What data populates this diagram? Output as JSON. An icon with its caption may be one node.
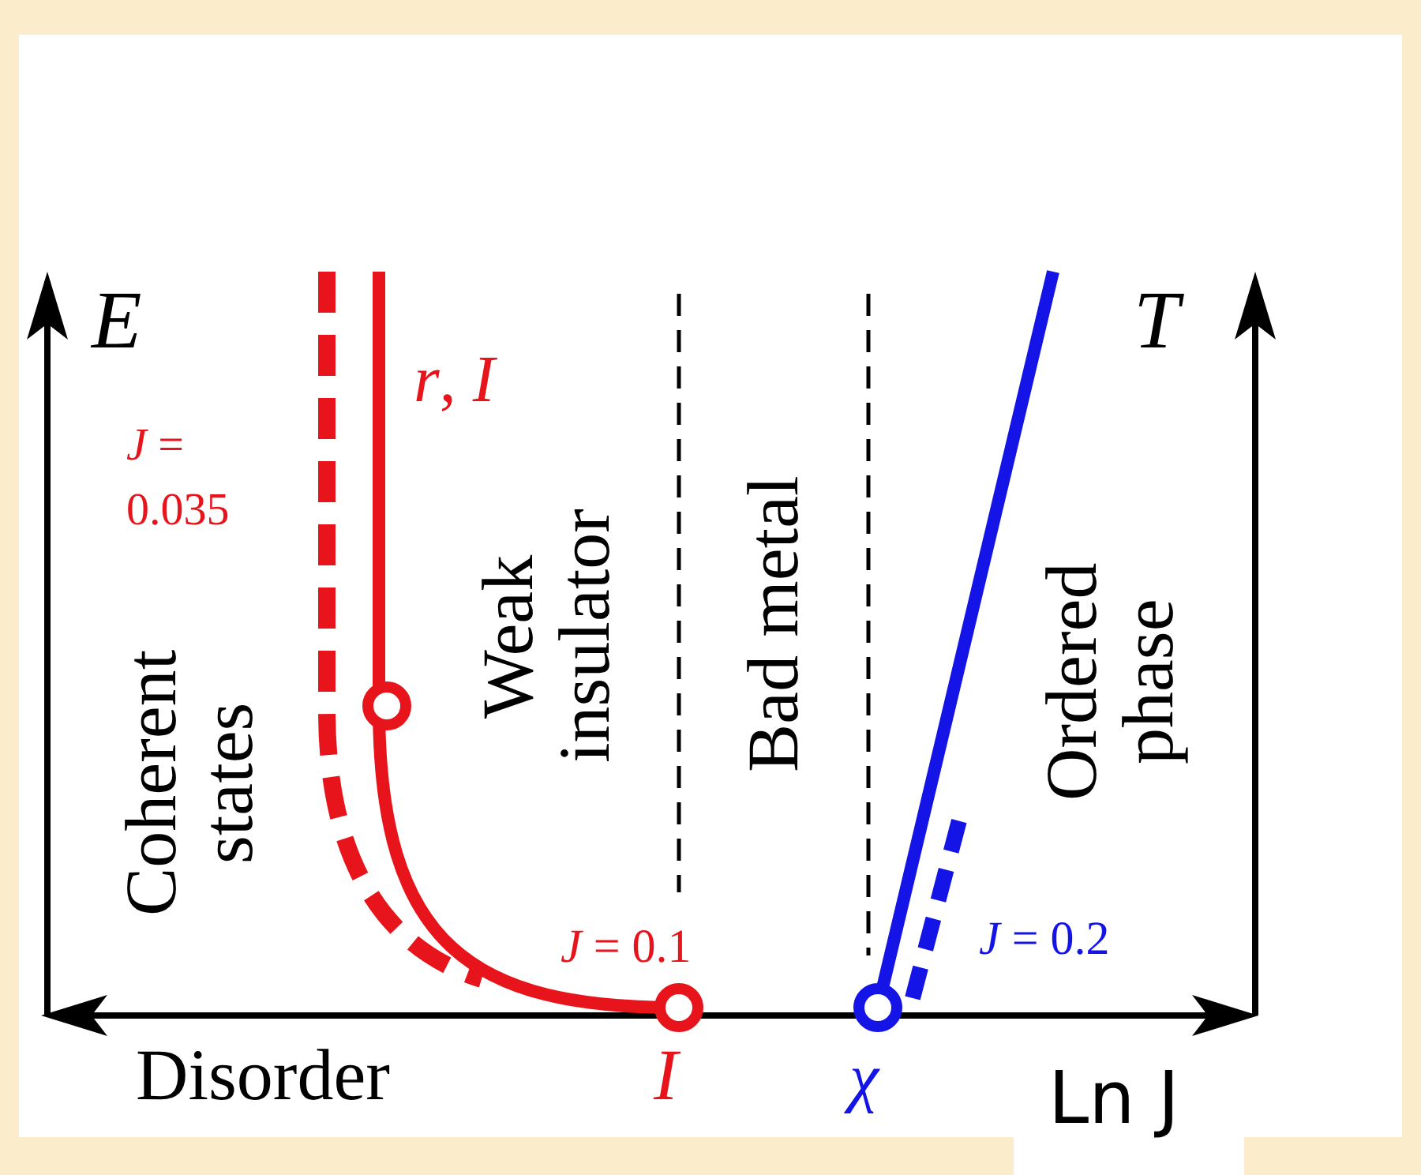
{
  "diagram": {
    "labels": [
      "*E*",
      "*T*",
      "*r*, *I*",
      "*J* = 0.035",
      "Coherent states",
      "Weak insulator",
      "Bad metal",
      "Ordered phase",
      "*J* = 0.1",
      "*J* = 0.2",
      "Disorder",
      "*I*",
      "*χ*",
      "Ln J"
    ]
  }
}
